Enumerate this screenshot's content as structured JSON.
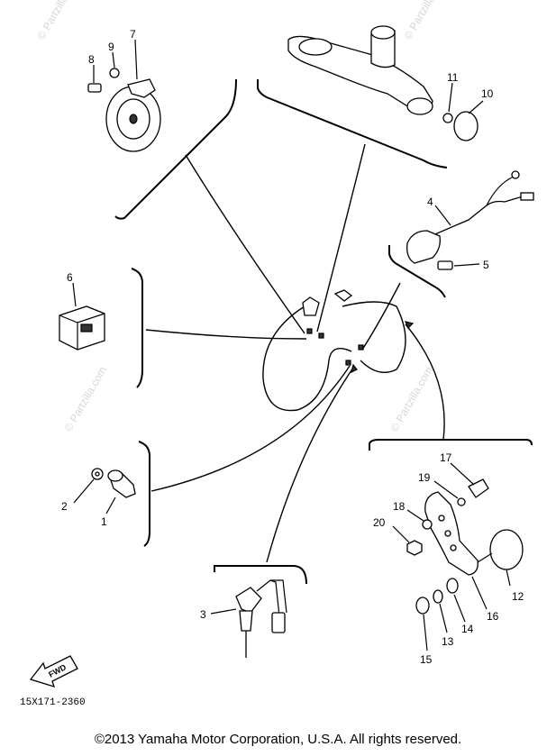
{
  "diagram": {
    "code": "15X171-2360",
    "fwd_label": "FWD",
    "watermark": "© Partzilla.com",
    "watermark_top": "© Partzilla",
    "callouts": {
      "p1": "1",
      "p2": "2",
      "p3": "3",
      "p4": "4",
      "p5": "5",
      "p6": "6",
      "p7": "7",
      "p8": "8",
      "p9": "9",
      "p10": "10",
      "p11": "11",
      "p12": "12",
      "p13": "13",
      "p14": "14",
      "p15": "15",
      "p16": "16",
      "p17": "17",
      "p18": "18",
      "p19": "19",
      "p20": "20"
    }
  },
  "footer": {
    "copyright": "©2013 Yamaha Motor Corporation, U.S.A. All rights reserved."
  }
}
